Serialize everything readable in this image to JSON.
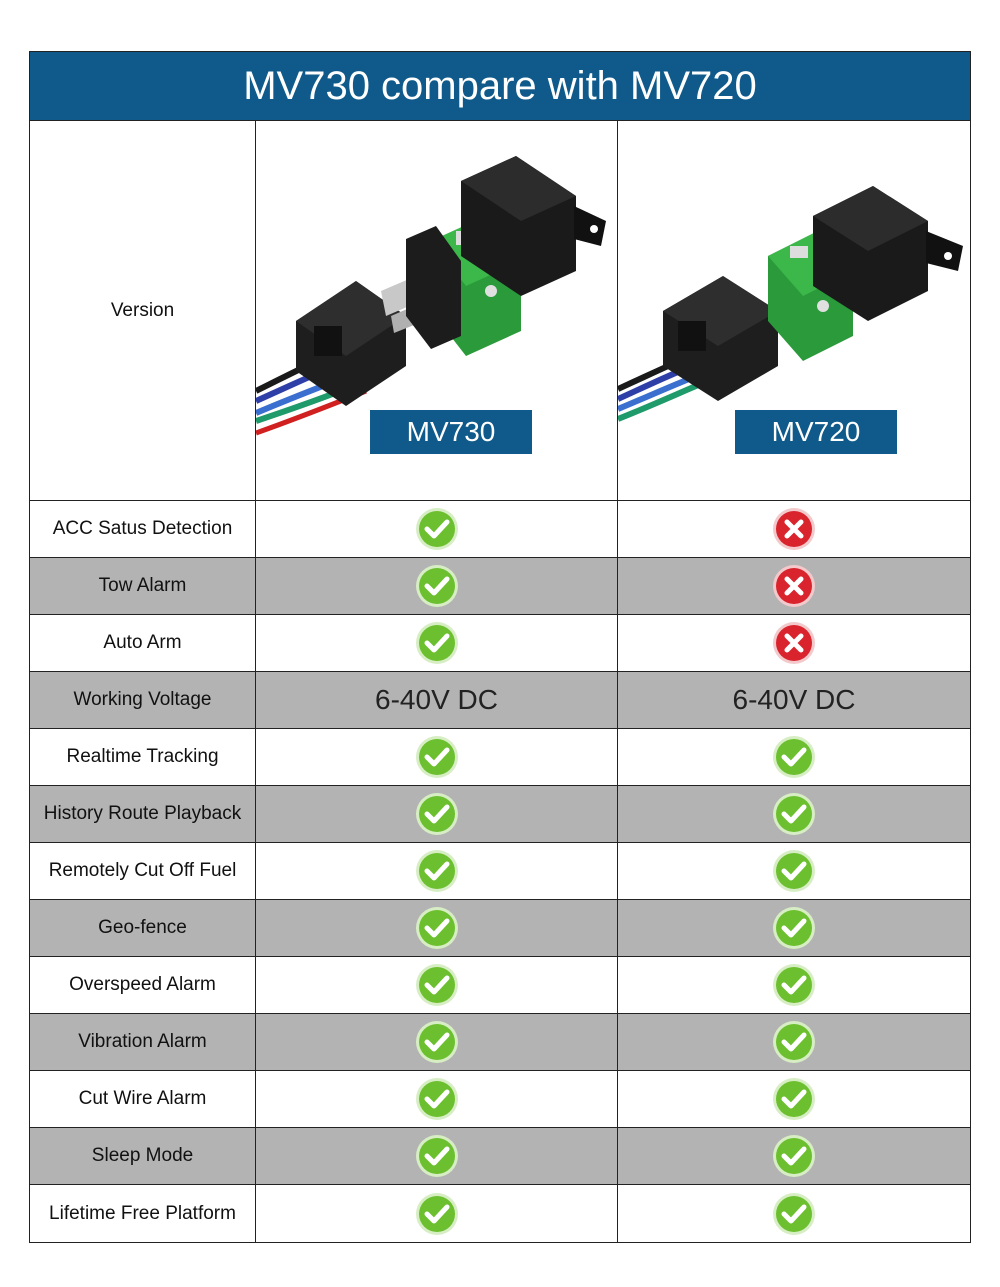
{
  "title": "MV730 compare with MV720",
  "version_label": "Version",
  "models": [
    {
      "name": "MV730"
    },
    {
      "name": "MV720"
    }
  ],
  "colors": {
    "brand": "#0f5a8a",
    "check": "#6cbf2e",
    "cross": "#d9232d",
    "stripe": "#b3b3b3"
  },
  "rows": [
    {
      "label": "ACC Satus Detection",
      "a": "check-icon",
      "b": "cross-icon"
    },
    {
      "label": "Tow Alarm",
      "a": "check-icon",
      "b": "cross-icon"
    },
    {
      "label": "Auto Arm",
      "a": "check-icon",
      "b": "cross-icon"
    },
    {
      "label": "Working Voltage",
      "a_text": "6-40V DC",
      "b_text": "6-40V DC"
    },
    {
      "label": "Realtime Tracking",
      "a": "check-icon",
      "b": "check-icon"
    },
    {
      "label": "History Route Playback",
      "a": "check-icon",
      "b": "check-icon"
    },
    {
      "label": "Remotely Cut Off Fuel",
      "a": "check-icon",
      "b": "check-icon"
    },
    {
      "label": "Geo-fence",
      "a": "check-icon",
      "b": "check-icon"
    },
    {
      "label": "Overspeed Alarm",
      "a": "check-icon",
      "b": "check-icon"
    },
    {
      "label": "Vibration Alarm",
      "a": "check-icon",
      "b": "check-icon"
    },
    {
      "label": "Cut Wire Alarm",
      "a": "check-icon",
      "b": "check-icon"
    },
    {
      "label": "Sleep Mode",
      "a": "check-icon",
      "b": "check-icon"
    },
    {
      "label": "Lifetime Free Platform",
      "a": "check-icon",
      "b": "check-icon"
    }
  ]
}
